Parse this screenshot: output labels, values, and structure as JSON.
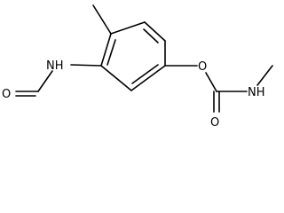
{
  "molecule": {
    "atoms": {
      "aniline_nh": "NH",
      "formyl_o": "O",
      "ester_o": "O",
      "carbonyl_o": "O",
      "carbamate_nh": "NH"
    }
  }
}
